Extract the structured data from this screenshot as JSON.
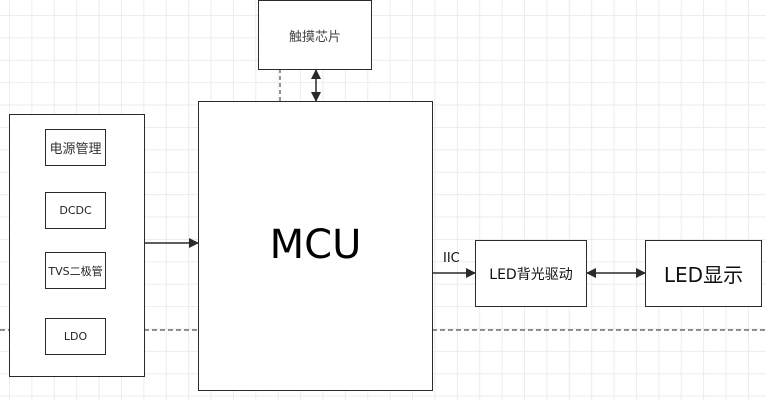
{
  "diagram": {
    "blocks": {
      "touch_chip": "触摸芯片",
      "mcu": "MCU",
      "power_group": {
        "items": [
          "电源管理",
          "DCDC",
          "TVS二极管",
          "LDO"
        ]
      },
      "led_driver": "LED背光驱动",
      "led_display": "LED显示"
    },
    "connections": {
      "mcu_to_led_driver_label": "IIC"
    },
    "colors": {
      "stroke": "#2a2a2a",
      "grid": "#ececec",
      "background": "#ffffff"
    }
  }
}
